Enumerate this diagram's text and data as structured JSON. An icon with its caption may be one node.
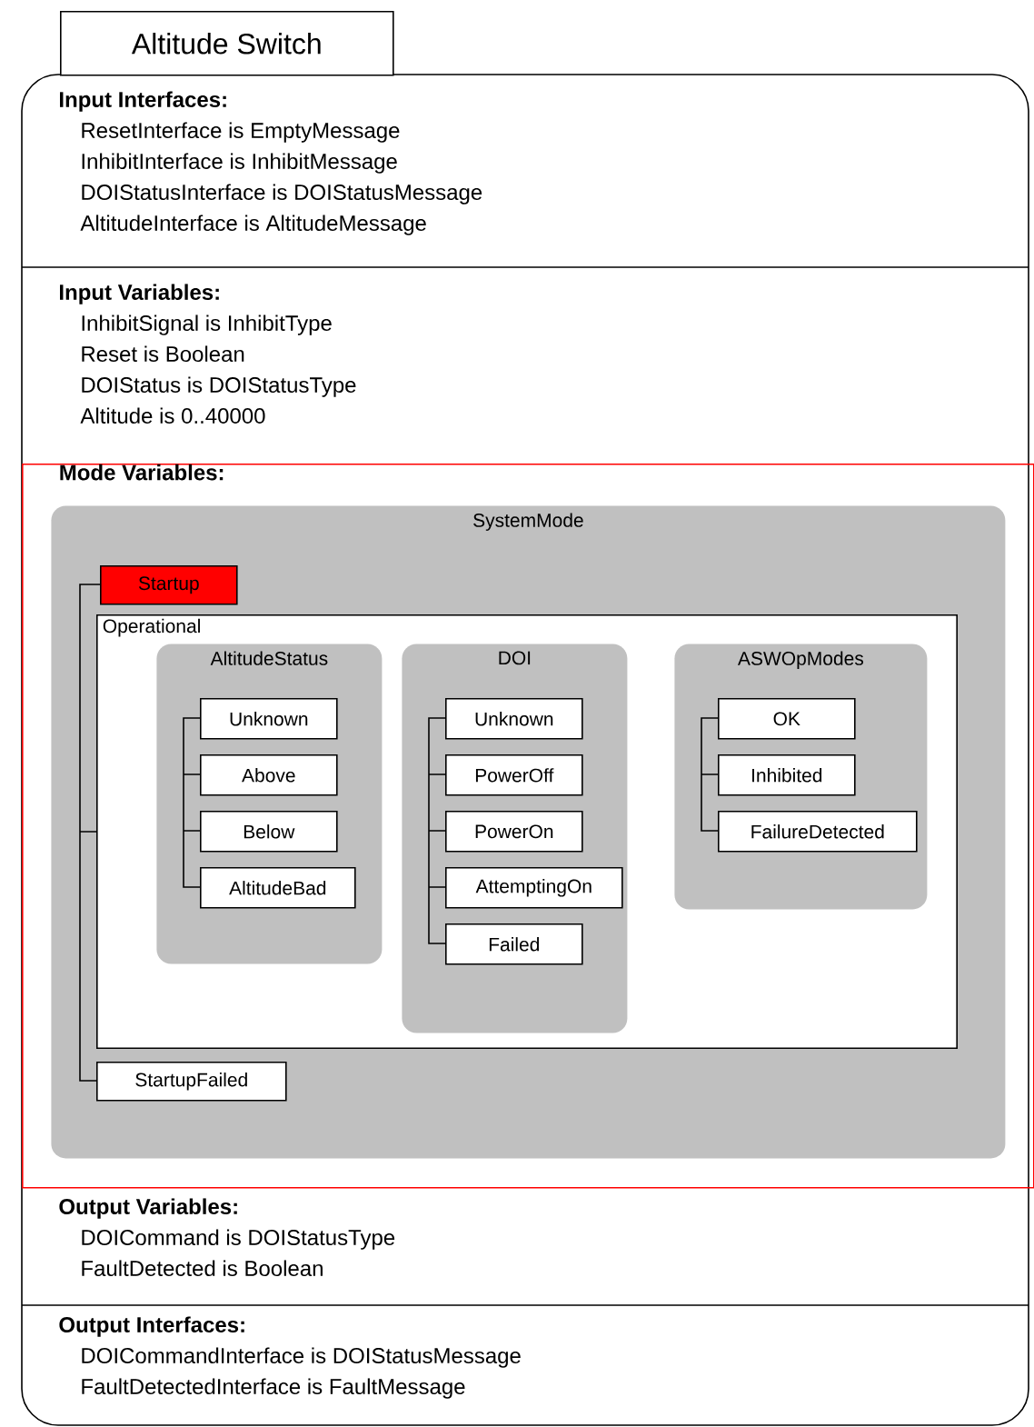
{
  "diagram": {
    "title": "Altitude Switch",
    "nodes": [
      {
        "text": [
          "Input Interfaces:",
          "ResetInterface is EmptyMessage",
          "InhibitInterface is InhibitMessage",
          "DOIStatusInterface is DOIStatusMessage",
          "AltitudeInterface is AltitudeMessage"
        ]
      },
      {
        "text": [
          "Input Variables:",
          "InhibitSignal is InhibitType",
          "Reset is Boolean",
          "DOIStatus is DOIStatusType",
          "Altitude is 0..40000"
        ]
      },
      {
        "text": [
          "Mode Variables:"
        ]
      },
      {
        "text": [
          "SystemMode"
        ],
        "in": 2
      },
      {
        "text": [
          "Startup"
        ],
        "in": 3
      },
      {
        "text": [
          "Operational"
        ],
        "in": 3
      },
      {
        "text": [
          "AltitudeStatus"
        ],
        "in": 5
      },
      {
        "text": [
          "Unknown"
        ],
        "in": 6
      },
      {
        "text": [
          "Above"
        ],
        "in": 6
      },
      {
        "text": [
          "Below"
        ],
        "in": 6
      },
      {
        "text": [
          "AltitudeBad"
        ],
        "in": 6
      },
      {
        "text": [
          "DOI"
        ],
        "in": 5
      },
      {
        "text": [
          "Unknown"
        ],
        "in": 11
      },
      {
        "text": [
          "PowerOff"
        ],
        "in": 11
      },
      {
        "text": [
          "PowerOn"
        ],
        "in": 11
      },
      {
        "text": [
          "AttemptingOn"
        ],
        "in": 11
      },
      {
        "text": [
          "Failed"
        ],
        "in": 11
      },
      {
        "text": [
          "ASWOpModes"
        ],
        "in": 5
      },
      {
        "text": [
          "OK"
        ],
        "in": 17
      },
      {
        "text": [
          "Inhibited"
        ],
        "in": 17
      },
      {
        "text": [
          "FailureDetected"
        ],
        "in": 17
      },
      {
        "text": [
          "StartupFailed"
        ],
        "in": 3
      },
      {
        "text": [
          "Output Variables:",
          "DOICommand is DOIStatusType",
          "FaultDetected is Boolean"
        ]
      },
      {
        "text": [
          "Output Interfaces:",
          "DOICommandInterface is DOIStatusMessage",
          "FaultDetectedInterface is FaultMessage"
        ]
      }
    ]
  }
}
